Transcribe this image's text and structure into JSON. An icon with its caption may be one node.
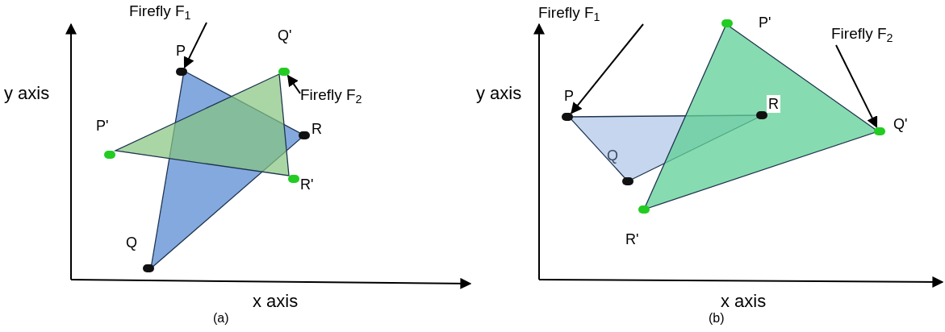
{
  "diagram": {
    "nodes": [
      {
        "text": [
          "Firefly F$_{1}$"
        ]
      },
      {
        "text": [],
        "shape": "circle",
        "beside": [
          "P"
        ]
      },
      {
        "text": [
          "Firefly F$_{2}$"
        ]
      },
      {
        "text": [],
        "shape": "circle",
        "beside": [
          "Q'"
        ]
      },
      {
        "text": [],
        "shape": "circle",
        "beside": [
          "P'"
        ]
      },
      {
        "text": [],
        "shape": "circle",
        "beside": [
          "R"
        ]
      },
      {
        "text": [],
        "shape": "circle",
        "beside": [
          "R'"
        ]
      },
      {
        "text": [],
        "shape": "circle",
        "beside": [
          "Q"
        ]
      },
      {
        "text": [
          "Firefly F$_{1}$"
        ]
      },
      {
        "text": [],
        "shape": "circle",
        "beside": [
          "P"
        ]
      },
      {
        "text": [],
        "shape": "circle",
        "beside": [
          "P'"
        ]
      },
      {
        "text": [
          "Firefly F$_{2}$"
        ]
      },
      {
        "text": [],
        "shape": "circle",
        "beside": [
          "Q'"
        ]
      },
      {
        "text": [],
        "shape": "circle",
        "beside": [
          "R"
        ]
      },
      {
        "text": [],
        "shape": "circle",
        "beside": [
          "Q"
        ]
      },
      {
        "text": [],
        "shape": "circle",
        "beside": [
          "R'"
        ]
      }
    ],
    "edges": [
      {
        "from": 0,
        "to": 1,
        "arrow": "to"
      },
      {
        "from": 2,
        "to": 3,
        "arrow": "to"
      },
      {
        "from": 8,
        "to": 9,
        "arrow": "to"
      },
      {
        "from": 11,
        "to": 12,
        "arrow": "to"
      }
    ],
    "labels": [
      "y axis",
      "x axis",
      "(a)",
      "y axis",
      "x axis",
      "(b)"
    ]
  }
}
